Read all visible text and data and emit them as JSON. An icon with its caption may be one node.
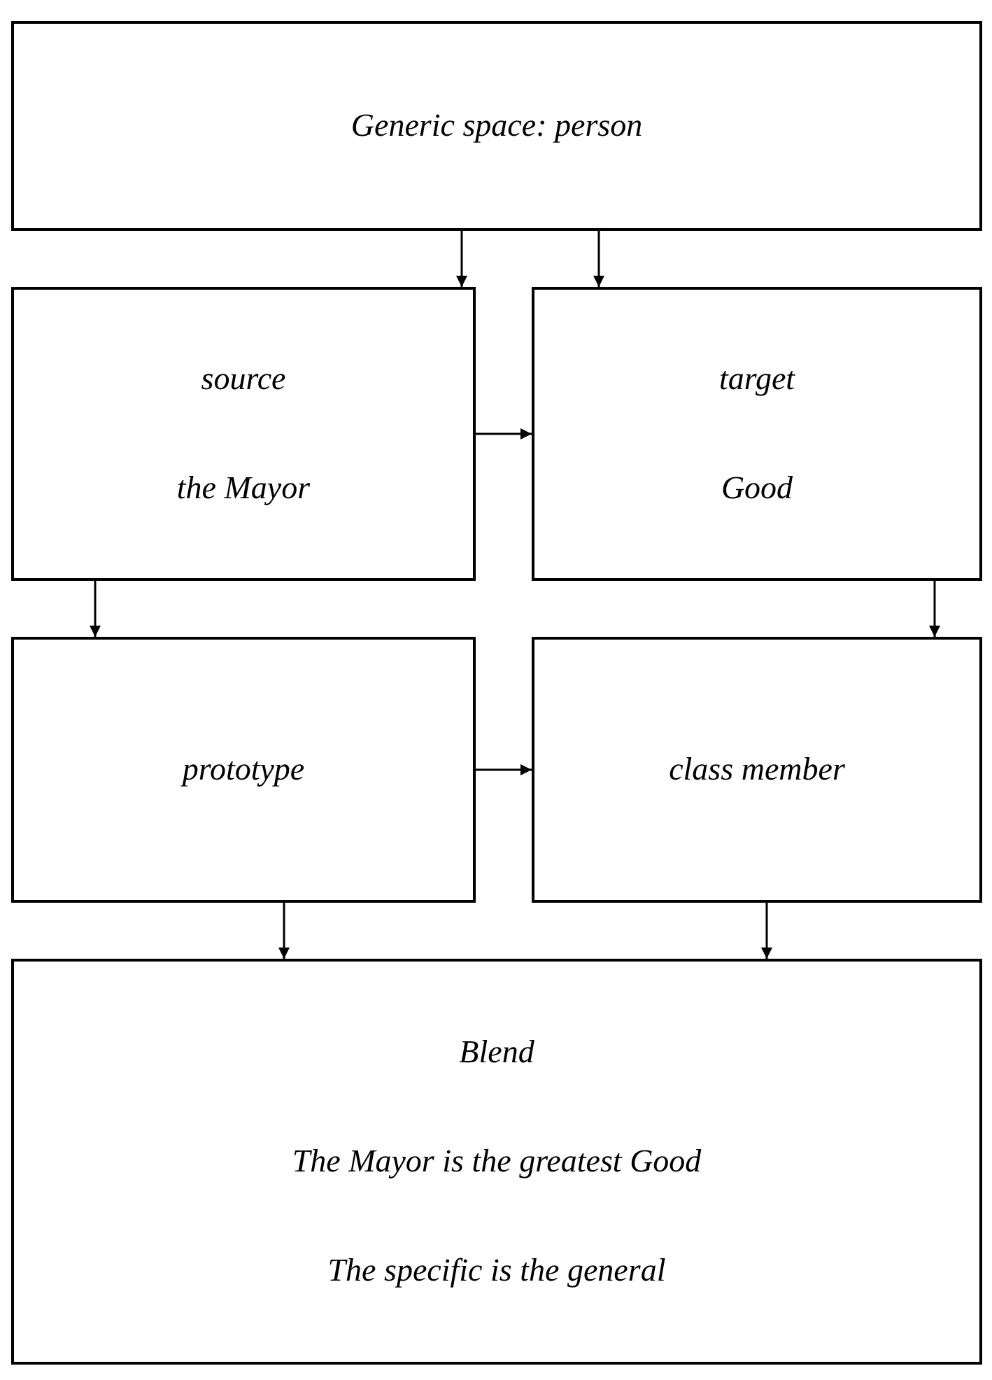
{
  "diagram": {
    "nodes": [
      {
        "text": [
          "Generic space: person"
        ]
      },
      {
        "text": [
          "source",
          "the Mayor"
        ]
      },
      {
        "text": [
          "target",
          "Good"
        ]
      },
      {
        "text": [
          "prototype"
        ]
      },
      {
        "text": [
          "class member"
        ]
      },
      {
        "text": [
          "Blend",
          "The Mayor is the greatest Good",
          "The specific is the general"
        ]
      }
    ],
    "edges": [
      {
        "from": 0,
        "to": 1,
        "arrow": "to"
      },
      {
        "from": 0,
        "to": 2,
        "arrow": "to"
      },
      {
        "from": 1,
        "to": 2,
        "arrow": "to"
      },
      {
        "from": 1,
        "to": 3,
        "arrow": "to"
      },
      {
        "from": 2,
        "to": 4,
        "arrow": "to"
      },
      {
        "from": 3,
        "to": 4,
        "arrow": "to"
      },
      {
        "from": 3,
        "to": 5,
        "arrow": "to"
      },
      {
        "from": 4,
        "to": 5,
        "arrow": "to"
      }
    ]
  }
}
